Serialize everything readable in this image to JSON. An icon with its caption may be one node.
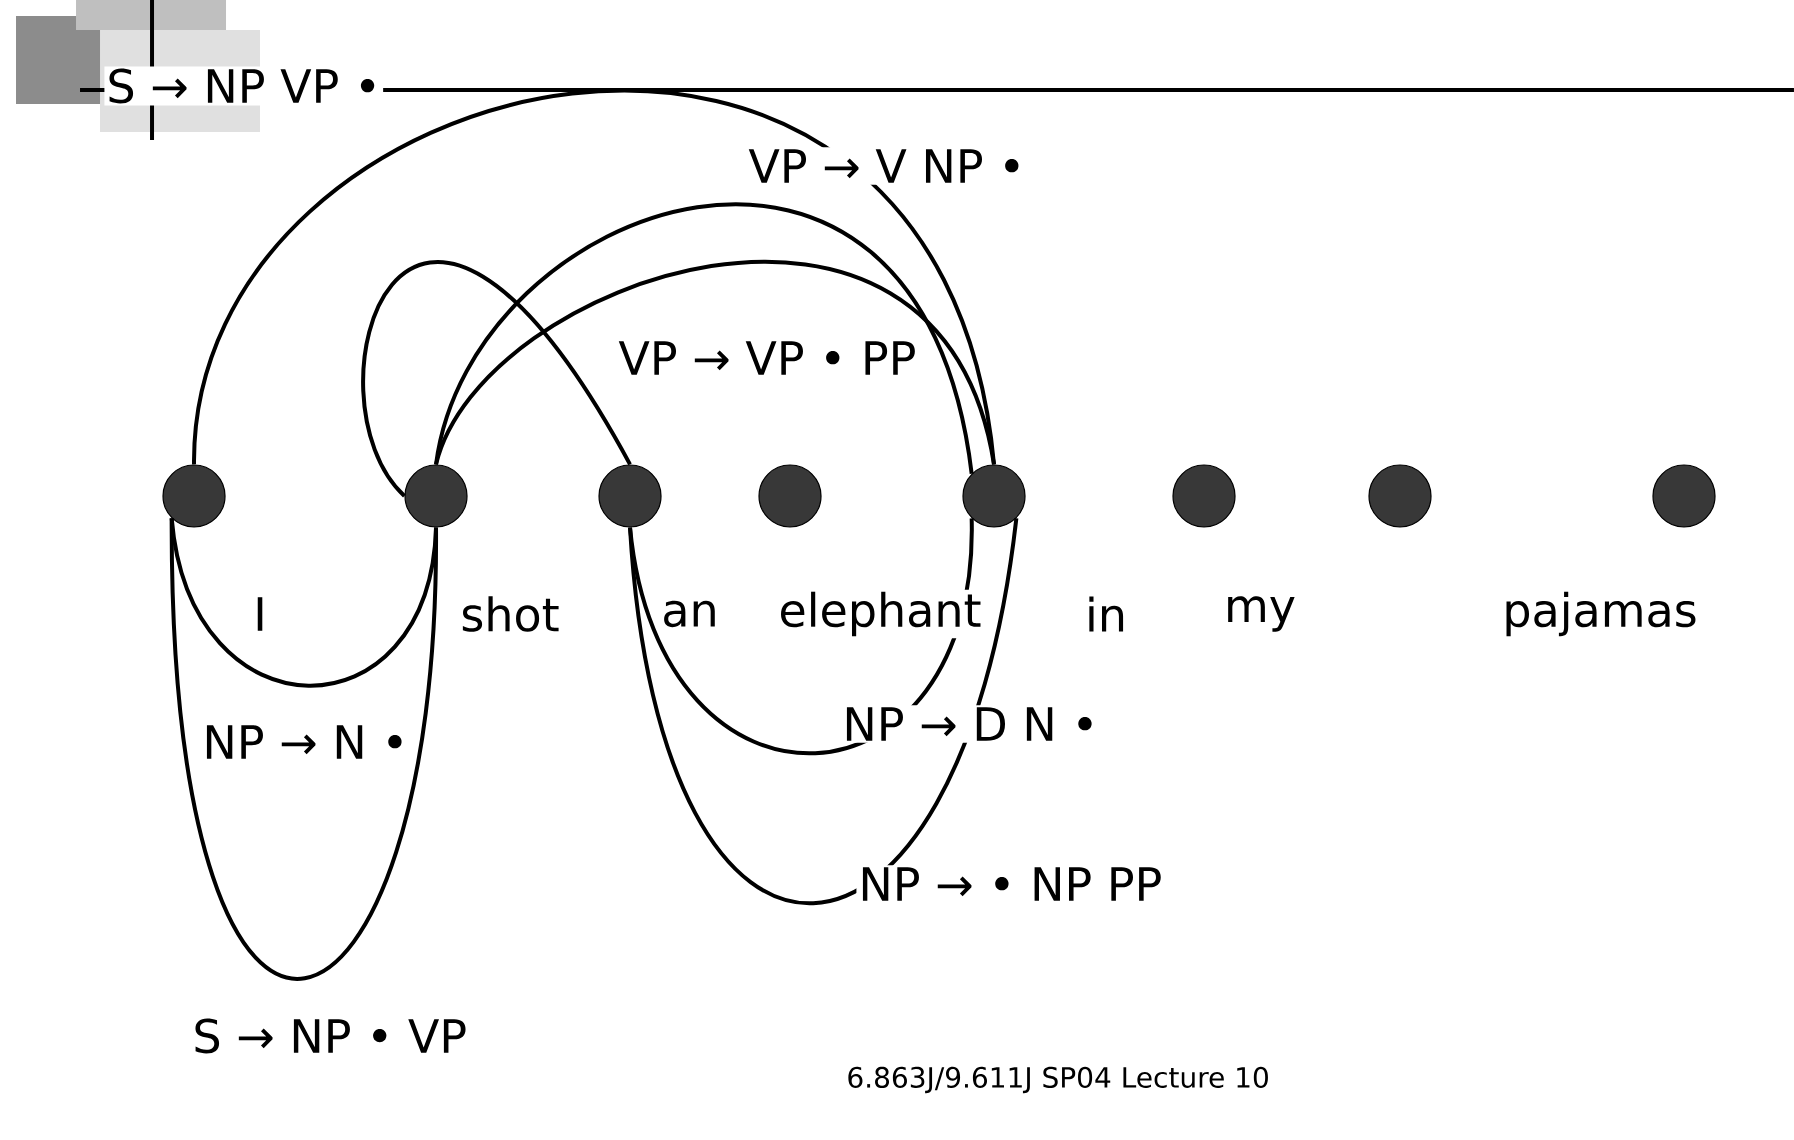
{
  "diagram": {
    "nodes": [
      {
        "text": [],
        "shape": "circle"
      },
      {
        "text": [],
        "shape": "circle"
      },
      {
        "text": [],
        "shape": "circle"
      },
      {
        "text": [],
        "shape": "circle"
      },
      {
        "text": [],
        "shape": "circle"
      },
      {
        "text": [],
        "shape": "circle"
      },
      {
        "text": [],
        "shape": "circle"
      },
      {
        "text": [],
        "shape": "circle"
      }
    ],
    "edges": [
      {
        "from": 0,
        "to": 4,
        "arrow": "none"
      },
      {
        "from": 1,
        "to": 2,
        "arrow": "none"
      },
      {
        "from": 1,
        "to": 4,
        "arrow": "none"
      },
      {
        "from": 1,
        "to": 4,
        "arrow": "none"
      },
      {
        "from": 0,
        "to": 1,
        "arrow": "none"
      },
      {
        "from": 0,
        "to": 1,
        "arrow": "none"
      },
      {
        "from": 2,
        "to": 4,
        "arrow": "none"
      },
      {
        "from": 2,
        "to": 4,
        "arrow": "none"
      }
    ],
    "labels": [
      "S → NP VP •",
      "VP → V NP •",
      "VP → VP • PP",
      "I",
      "shot",
      "an",
      "elephant",
      "in",
      "my",
      "pajamas",
      "NP → N •",
      "NP → D  N •",
      "NP → • NP PP",
      "S → NP • VP",
      "6.863J/9.611J SP04 Lecture 10"
    ]
  }
}
